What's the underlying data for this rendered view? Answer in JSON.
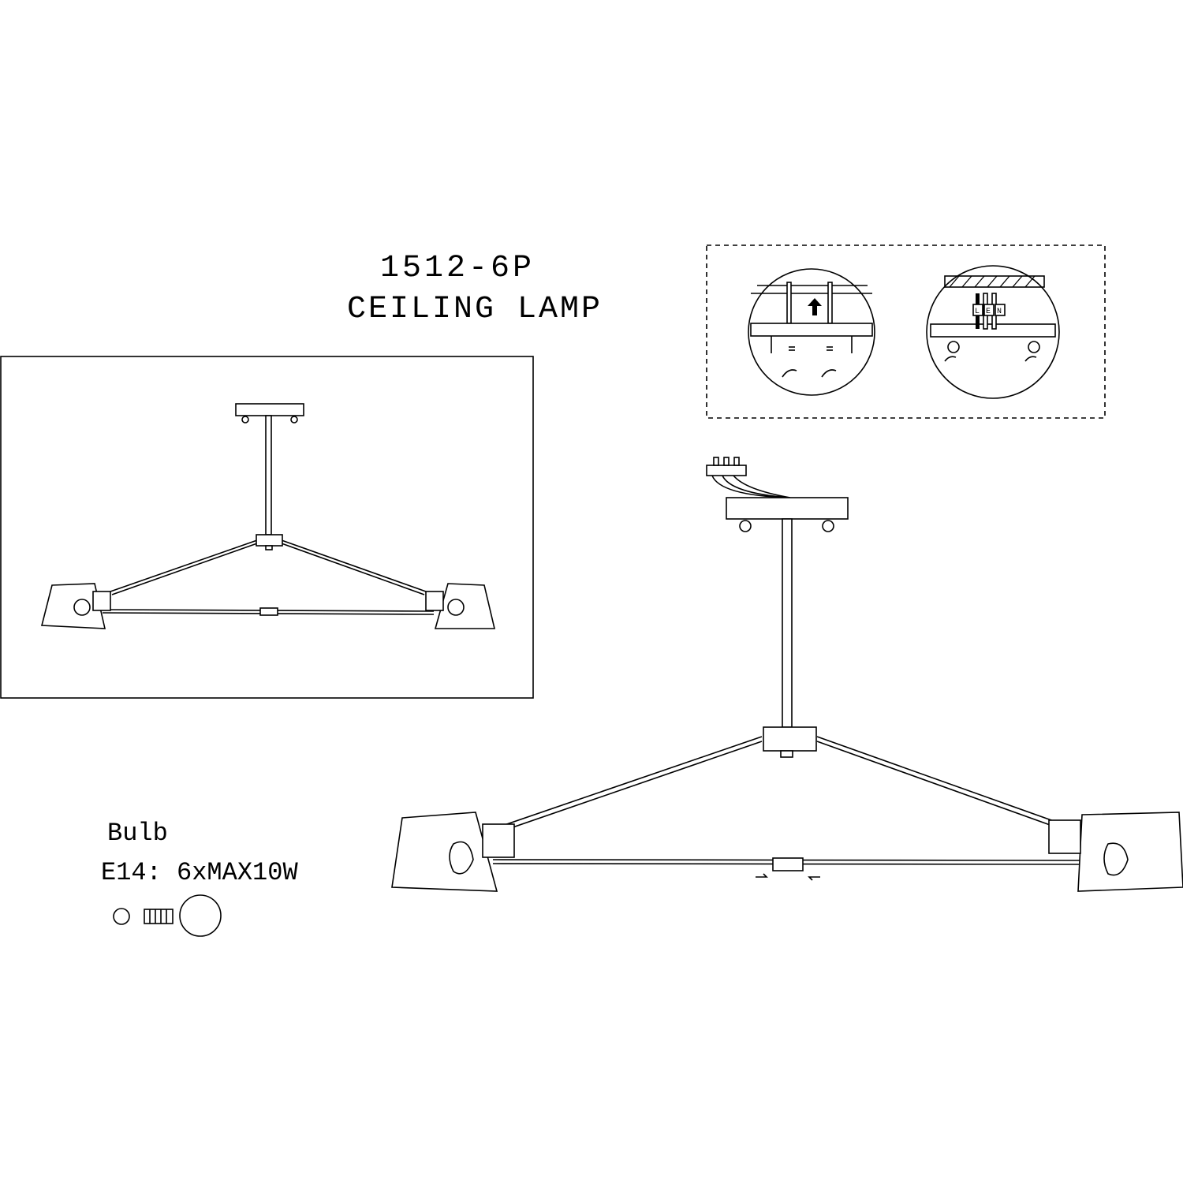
{
  "title": {
    "model": "1512-6P",
    "product": "CEILING LAMP"
  },
  "bulb": {
    "label": "Bulb",
    "spec": "E14: 6xMAX10W"
  },
  "wiring": {
    "terminals": [
      "L",
      "E",
      "N"
    ]
  }
}
